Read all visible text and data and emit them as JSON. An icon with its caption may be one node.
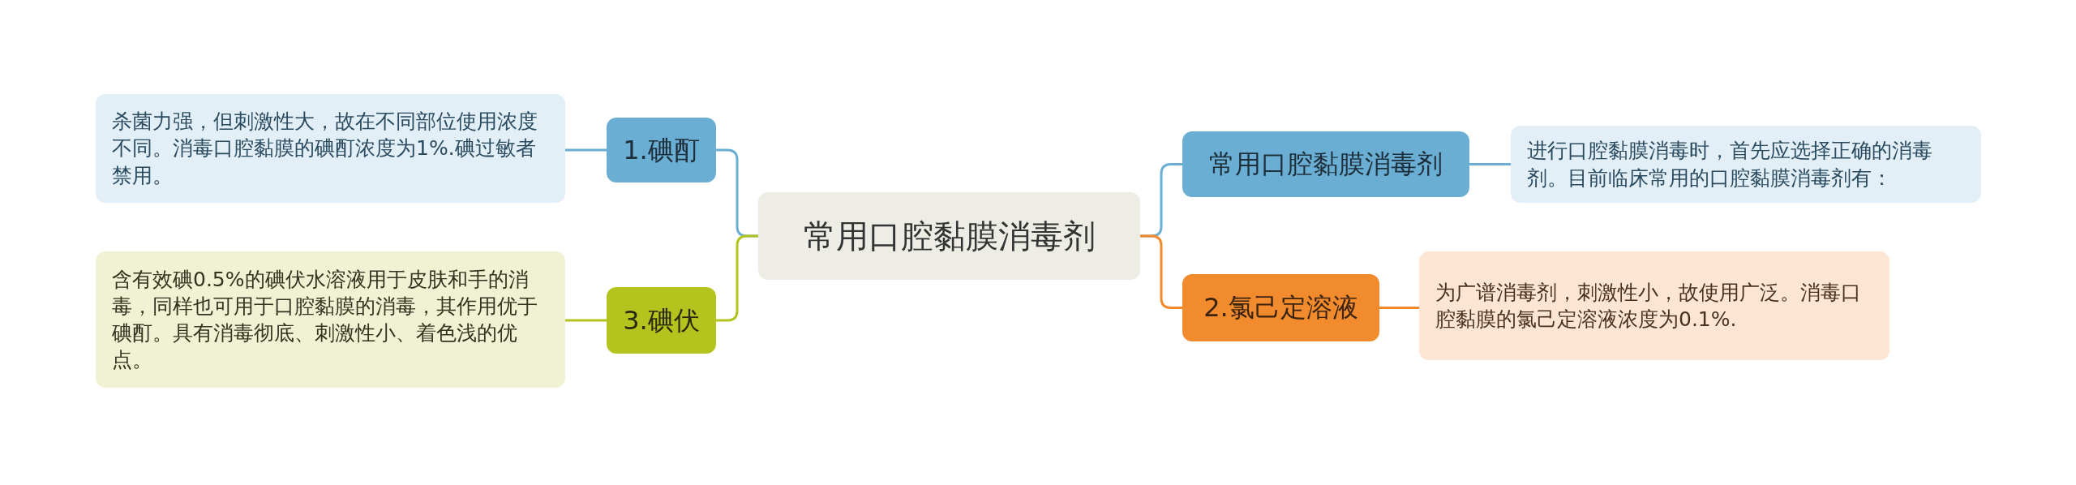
{
  "diagram": {
    "nodes": [
      {
        "text": [
          "常用口腔黏膜消毒剂"
        ]
      },
      {
        "text": [
          "常用口腔黏膜消毒剂"
        ]
      },
      {
        "text": [
          "进行口腔黏膜消毒时，首先应选择正确的消毒剂。目前临床常用的口腔黏膜消毒剂有："
        ]
      },
      {
        "text": [
          "2.氯己定溶液"
        ]
      },
      {
        "text": [
          "为广谱消毒剂，刺激性小，故使用广泛。消毒口腔黏膜的氯己定溶液浓度为0.1%."
        ]
      },
      {
        "text": [
          "1.碘酊"
        ]
      },
      {
        "text": [
          "杀菌力强，但刺激性大，故在不同部位使用浓度不同。消毒口腔黏膜的碘酊浓度为1%.碘过敏者禁用。"
        ]
      },
      {
        "text": [
          "3.碘伏"
        ]
      },
      {
        "text": [
          "含有效碘0.5%的碘伏水溶液用于皮肤和手的消毒，同样也可用于口腔黏膜的消毒，其作用优于碘酊。具有消毒彻底、刺激性小、着色浅的优点。"
        ]
      }
    ],
    "edges": [
      {
        "from": 0,
        "to": 1,
        "arrow": "none"
      },
      {
        "from": 1,
        "to": 2,
        "arrow": "none"
      },
      {
        "from": 0,
        "to": 3,
        "arrow": "none",
        "color": "#f0892c"
      },
      {
        "from": 3,
        "to": 4,
        "arrow": "none",
        "color": "#f0892c"
      },
      {
        "from": 0,
        "to": 5,
        "arrow": "none"
      },
      {
        "from": 5,
        "to": 6,
        "arrow": "none"
      },
      {
        "from": 0,
        "to": 7,
        "arrow": "none",
        "color": "#b3c21c"
      },
      {
        "from": 7,
        "to": 8,
        "arrow": "none",
        "color": "#b3c21c"
      }
    ]
  }
}
